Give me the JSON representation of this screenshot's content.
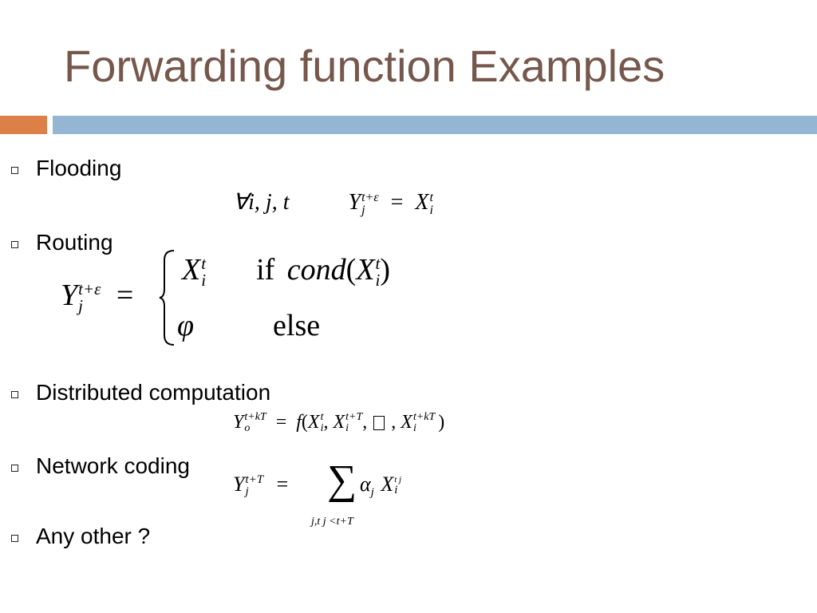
{
  "slide": {
    "title": "Forwarding function Examples"
  },
  "bullets": [
    {
      "label": "Flooding"
    },
    {
      "label": "Routing"
    },
    {
      "label": "Distributed computation"
    },
    {
      "label": "Network coding"
    },
    {
      "label": "Any other ?"
    }
  ],
  "formulas": {
    "flooding": {
      "quantifier": "∀i, j, t",
      "lhs_base": "Y",
      "lhs_sup": "t+ε",
      "lhs_sub": "j",
      "eq": "=",
      "rhs_base": "X",
      "rhs_sup": "t",
      "rhs_sub": "i"
    },
    "routing": {
      "lhs_base": "Y",
      "lhs_sup": "t+ε",
      "lhs_sub": "j",
      "eq": "=",
      "case1_value_base": "X",
      "case1_value_sup": "t",
      "case1_value_sub": "i",
      "case1_if": "if",
      "case1_cond": "cond",
      "case1_cond_arg_base": "X",
      "case1_cond_arg_sup": "t",
      "case1_cond_arg_sub": "i",
      "case2_value": "φ",
      "case2_else": "else"
    },
    "distributed": {
      "lhs_base": "Y",
      "lhs_sup": "t+kT",
      "lhs_sub": "o",
      "eq": "=",
      "func": "f",
      "arg1_base": "X",
      "arg1_sup": "t",
      "arg1_sub": "i",
      "arg2_base": "X",
      "arg2_sup": "t+T",
      "arg2_sub": "i",
      "missing_glyph": "",
      "arg3_base": "X",
      "arg3_sup": "t+kT",
      "arg3_sub": "i"
    },
    "network_coding": {
      "lhs_base": "Y",
      "lhs_sup": "t+T",
      "lhs_sub": "j",
      "eq": "=",
      "sum": "∑",
      "sum_limit": "j,t j <t+T",
      "coef_base": "α",
      "coef_sub": "j",
      "var_base": "X",
      "var_sup": "t j",
      "var_sub": "i"
    }
  }
}
